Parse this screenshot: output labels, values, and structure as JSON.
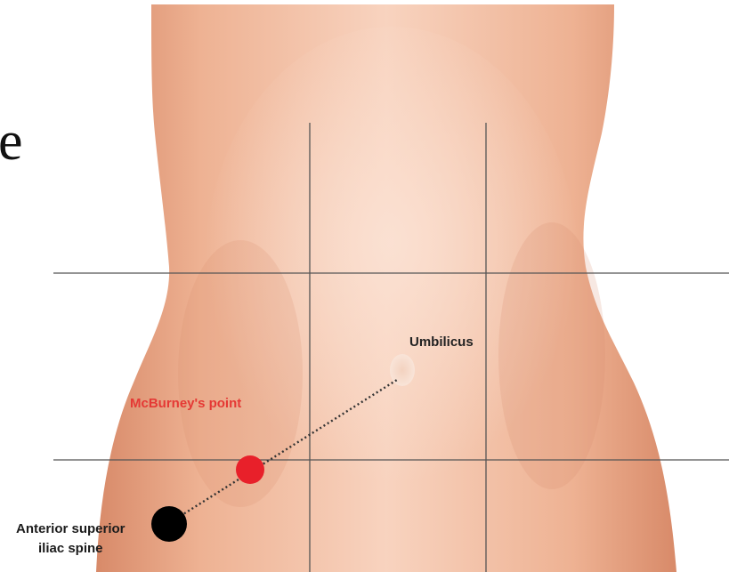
{
  "slide_fragment_text": "e",
  "labels": {
    "umbilicus": "Umbilicus",
    "mcburney_point": "McBurney's point",
    "asis_line1": "Anterior superior",
    "asis_line2": "iliac spine"
  },
  "colors": {
    "skin_base": "#f1bfa6",
    "skin_shadow": "#d98c6c",
    "skin_highlight": "#f9d6c4",
    "grid_line": "#555555",
    "mcburney_marker": "#e8202a",
    "asis_marker": "#000000",
    "umbilicus_marker": "#f6dccd",
    "mcburney_label": "#e53935"
  }
}
